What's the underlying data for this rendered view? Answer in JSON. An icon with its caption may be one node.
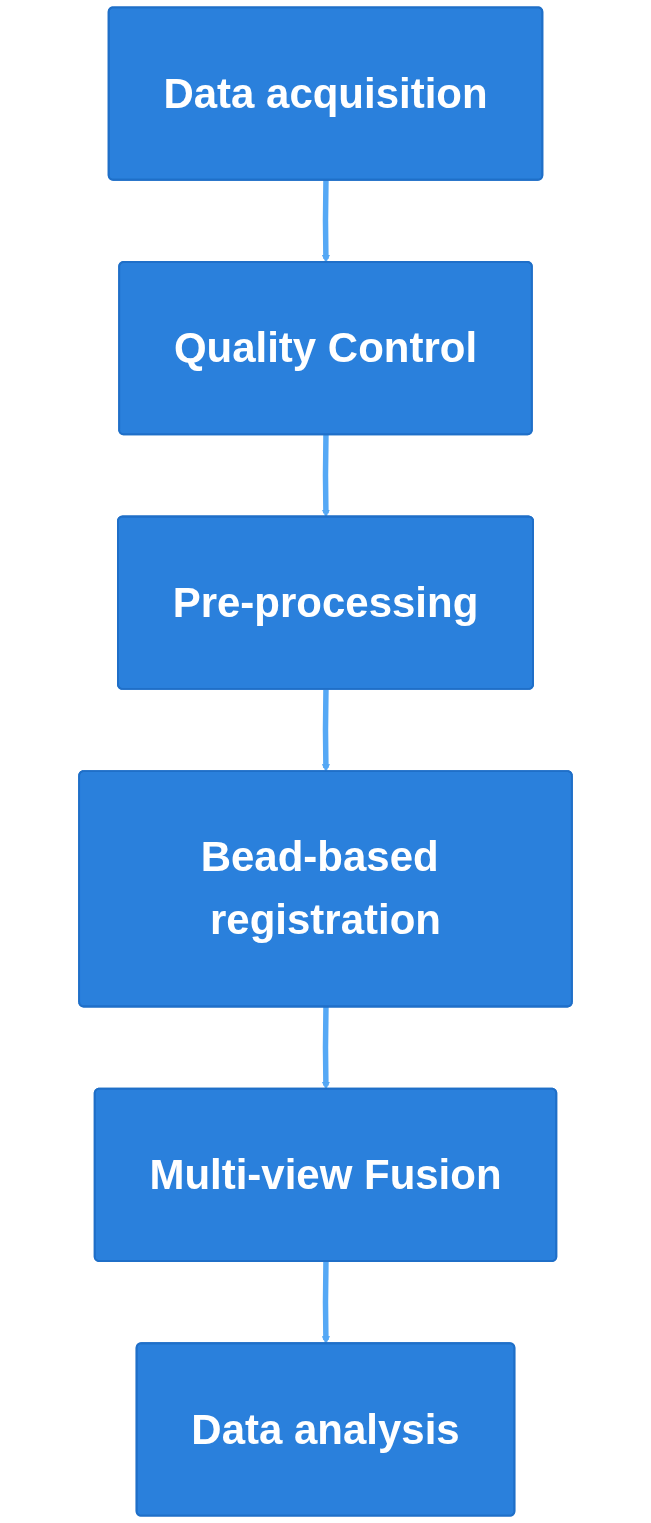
{
  "diagram": {
    "nodes": [
      {
        "text": [
          "Data acquisition"
        ]
      },
      {
        "text": [
          "Quality Control"
        ]
      },
      {
        "text": [
          "Pre-processing"
        ]
      },
      {
        "text": [
          "Bead-based registration"
        ]
      },
      {
        "text": [
          "Multi-view Fusion"
        ]
      },
      {
        "text": [
          "Data analysis"
        ]
      }
    ],
    "edges": [
      {
        "from": 0,
        "to": 1,
        "arrow": "to"
      },
      {
        "from": 1,
        "to": 2,
        "arrow": "to"
      },
      {
        "from": 2,
        "to": 3,
        "arrow": "to"
      },
      {
        "from": 3,
        "to": 4,
        "arrow": "to"
      },
      {
        "from": 4,
        "to": 5,
        "arrow": "to"
      }
    ]
  }
}
